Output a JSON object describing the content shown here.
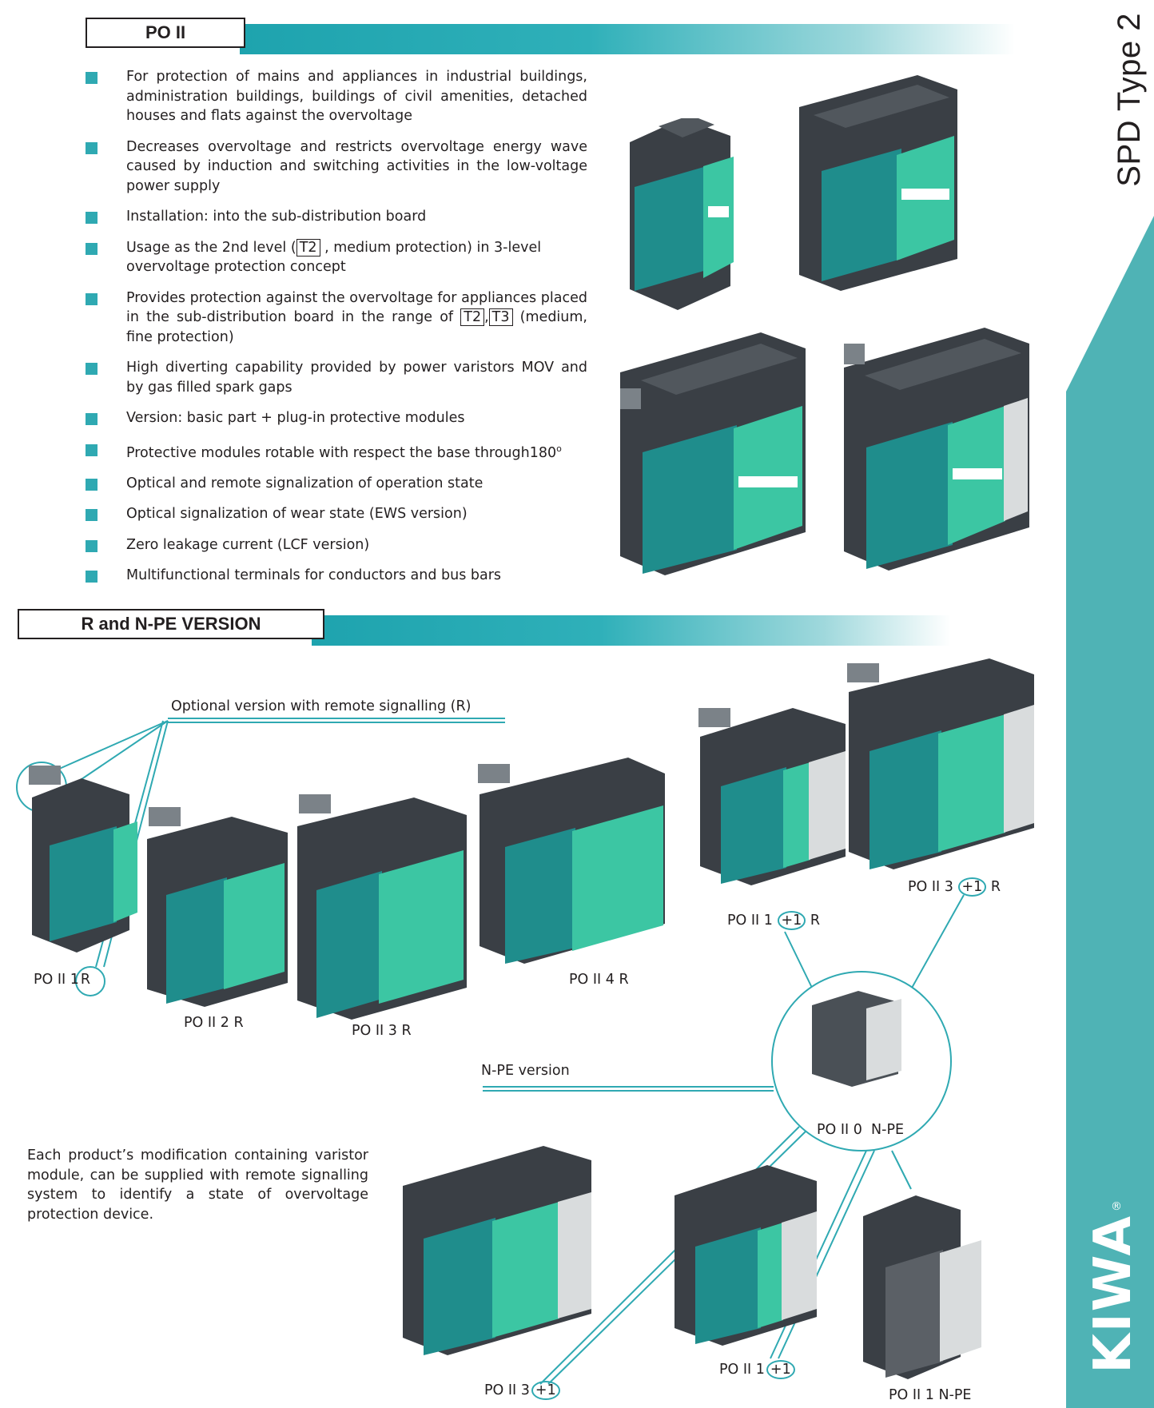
{
  "section1": {
    "title": "PO II"
  },
  "bullets": [
    "For protection of mains and appliances in industrial buildings, administration buildings, buildings of civil amenities, detached houses and flats against the overvoltage",
    "Decreases overvoltage and restricts overvoltage energy wave caused by induction and switching activities in the low-voltage power supply",
    "Installation: into the sub-distribution board"
  ],
  "bullet4": {
    "pre": "Usage as the 2nd level (",
    "tag": "T2",
    "post": ", medium protection) in 3-level overvoltage protection concept"
  },
  "bullet5": {
    "pre": "Provides protection against the overvoltage for appliances placed in the sub-distribution board in the range of",
    "tag1": "T2",
    "sep": ",",
    "tag2": "T3",
    "post": "(medium, fine protection)"
  },
  "bullets_rest": [
    "High diverting capability provided by power varistors MOV and by gas filled spark gaps",
    "Version: basic part + plug-in protective modules"
  ],
  "bullet_rotate": {
    "text": "Protective modules rotable with respect the base through180",
    "sup": "o"
  },
  "bullets_end": [
    "Optical and remote signalization of operation state",
    "Optical signalization of wear state (EWS version)",
    "Zero leakage current (LCF version)",
    "Multifunctional terminals for conductors and bus bars"
  ],
  "side_title": "SPD Type 2",
  "logo": "KIWA",
  "logo_mark": "®",
  "section2": {
    "title": "R and N-PE VERSION"
  },
  "optional_label": "Optional version with remote signalling (R)",
  "npe_label": "N-PE version",
  "paragraph": "Each product’s modification containing varistor module, can be supplied with remote signalling system to identify a state of overvoltage protection device.",
  "products": {
    "po1r": {
      "pre": "PO II 1",
      "circ": "R",
      "post": ""
    },
    "po2r": "PO II 2 R",
    "po3r": "PO II 3 R",
    "po4r": "PO II 4 R",
    "po11r": {
      "pre": "PO II 1",
      "circ": "+1",
      "post": "R"
    },
    "po31r": {
      "pre": "PO II 3",
      "circ": "+1",
      "post": "R"
    },
    "po0npe": "PO II 0  N-PE",
    "po31": {
      "pre": "PO II 3",
      "circ": "+1"
    },
    "po11": {
      "pre": "PO II 1",
      "circ": "+1"
    },
    "po1npe": "PO II 1 N-PE"
  },
  "colors": {
    "teal": "#2fa9b2",
    "dark": "#3a3f45",
    "module": "#1f9a8f",
    "green": "#3cc6a3"
  }
}
